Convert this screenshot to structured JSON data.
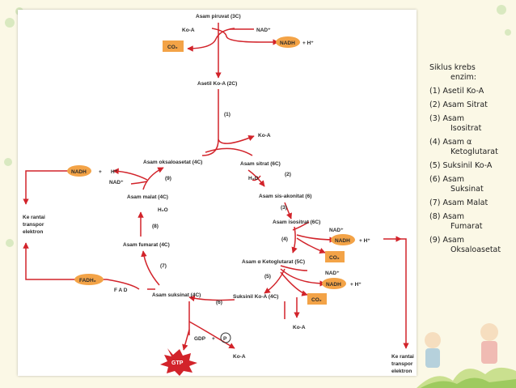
{
  "diagram": {
    "piruvat": "Asam piruvat (3C)",
    "koa_top": "Ko-A",
    "nad_top": "NAD⁺",
    "co2_top": "CO₂",
    "nadh_top": "NADH",
    "h_top": "+ H⁺",
    "asetil": "Asetil Ko-A (2C)",
    "step1": "(1)",
    "koa_mid": "Ko-A",
    "sitrat": "Asam sitrat (6C)",
    "step2": "(2)",
    "h2o_2": "H₂O",
    "sisakonitat": "Asam sis-akonitat (6)",
    "step3": "(3)",
    "isositrat": "Asam isositrat (6C)",
    "nad_4": "NAD⁺",
    "nadh_4": "NADH",
    "h_4": "+ H⁺",
    "step4": "(4)",
    "co2_4": "CO₂",
    "ketoglutarat": "Asam α Ketoglutarat (5C)",
    "step5": "(5)",
    "nad_5": "NAD⁺",
    "nadh_5": "NADH",
    "h_5": "+ H⁺",
    "co2_5": "CO₂",
    "suksinil": "Suksinil Ko-A (4C)",
    "koa_5": "Ko-A",
    "step6": "(6)",
    "suksinat": "Asam suksinat (4C)",
    "gdp": "GDP",
    "plus_p": "+",
    "p": "P",
    "gtp": "GTP",
    "koa_6": "Ko-A",
    "fad": "F A D",
    "fadh2": "FADH₂",
    "step7": "(7)",
    "fumarat": "Asam fumarat (4C)",
    "step8": "(8)",
    "h2o_8": "H₂O",
    "malat": "Asam malat (4C)",
    "step9": "(9)",
    "oksaloasetat": "Asam oksaloasetat (4C)",
    "nadh_9": "NADH",
    "plus_9": "+",
    "h_9": "H⁺",
    "nad_9": "NAD⁺",
    "rantai_left": [
      "Ke rantai",
      "transpor",
      "elektron"
    ],
    "rantai_bottom": [
      "Ke rantai",
      "transpor",
      "elektron"
    ]
  },
  "sidebar": {
    "title": "Siklus krebs",
    "subtitle": "enzim:",
    "items": [
      {
        "line1": "(1) Asetil Ko-A",
        "line2": ""
      },
      {
        "line1": "(2) Asam Sitrat",
        "line2": ""
      },
      {
        "line1": "(3) Asam",
        "line2": "Isositrat"
      },
      {
        "line1": "(4) Asam α",
        "line2": "Ketoglutarat"
      },
      {
        "line1": "(5) Suksinil Ko-A",
        "line2": ""
      },
      {
        "line1": "(6) Asam",
        "line2": "Suksinat"
      },
      {
        "line1": "(7) Asam Malat",
        "line2": ""
      },
      {
        "line1": "(8) Asam",
        "line2": "Fumarat"
      },
      {
        "line1": "(9) Asam",
        "line2": "Oksaloasetat"
      }
    ]
  },
  "colors": {
    "arrow": "#d2232a",
    "oval": "#f3a347",
    "background": "#fbf8e6"
  }
}
